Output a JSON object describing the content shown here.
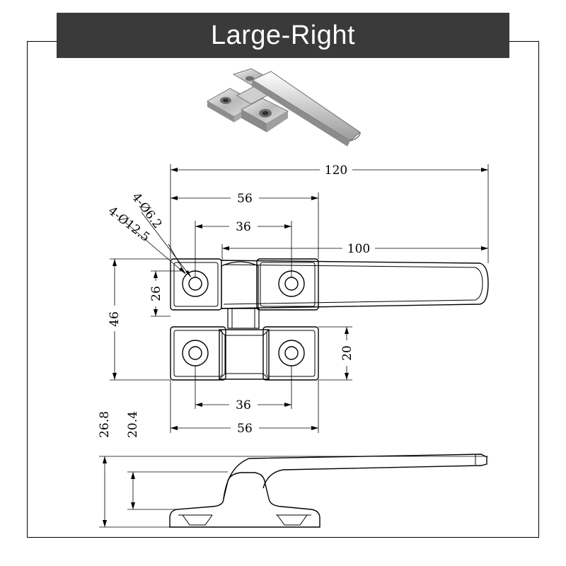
{
  "title": "Large-Right",
  "photo": {
    "subject": "latch-handle-photo"
  },
  "dimensions": {
    "overall_length": "120",
    "base_width_top": "56",
    "hole_spacing_top": "36",
    "handle_length": "100",
    "base_height": "46",
    "plate_height": "26",
    "lower_plate_height": "20",
    "hole_spacing_bottom": "36",
    "base_width_bottom": "56",
    "hole_small": "4-Ø6.2",
    "hole_large": "4-Ø12.5",
    "side_height_total": "26.8",
    "side_height_partial": "20.4"
  }
}
